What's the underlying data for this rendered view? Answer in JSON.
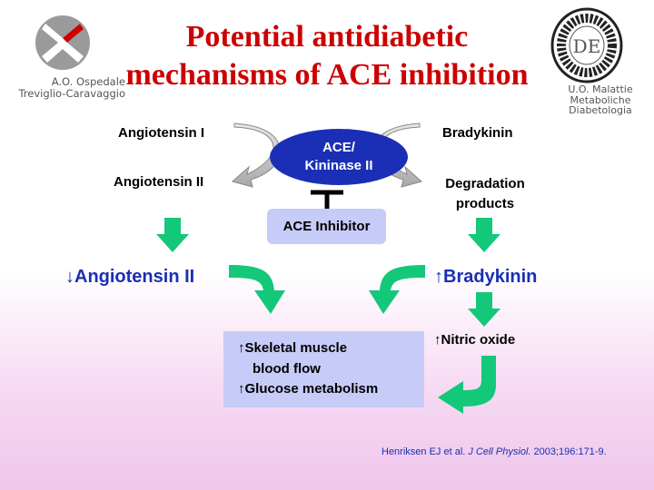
{
  "title_line1": "Potential antidiabetic",
  "title_line2": "mechanisms of ACE inhibition",
  "left_logo": {
    "line1": "A.O. Ospedale",
    "line2": "Treviglio-Caravaggio"
  },
  "right_logo": {
    "line1": "U.O. Malattie",
    "line2": "Metaboliche",
    "line3": "Diabetologia"
  },
  "nodes": {
    "angiotensin_1": "Angiotensin I",
    "angiotensin_2": "Angiotensin II",
    "ace_line1": "ACE/",
    "ace_line2": "Kininase II",
    "bradykinin": "Bradykinin",
    "degradation_line1": "Degradation",
    "degradation_line2": "products",
    "ace_inhibitor": "ACE Inhibitor",
    "dec_angiotensin_arrow": "↓",
    "dec_angiotensin": "Angiotensin II",
    "inc_bradykinin_arrow": "↑",
    "inc_bradykinin": "Bradykinin",
    "nitric_oxide_arrow": "↑",
    "nitric_oxide": "Nitric oxide",
    "skeletal_arrow": "↑",
    "skeletal_line1": "Skeletal muscle",
    "skeletal_line2": "blood flow",
    "glucose_arrow": "↑",
    "glucose": "Glucose metabolism"
  },
  "citation": {
    "authors": "Henriksen EJ et al. ",
    "journal": "J Cell Physiol.",
    "rest": " 2003;196:171-9."
  },
  "colors": {
    "title": "#cc0000",
    "blue": "#1a2fb5",
    "green": "#14c87a",
    "box": "#c7cbf7",
    "gray": "#b8b8b8"
  }
}
